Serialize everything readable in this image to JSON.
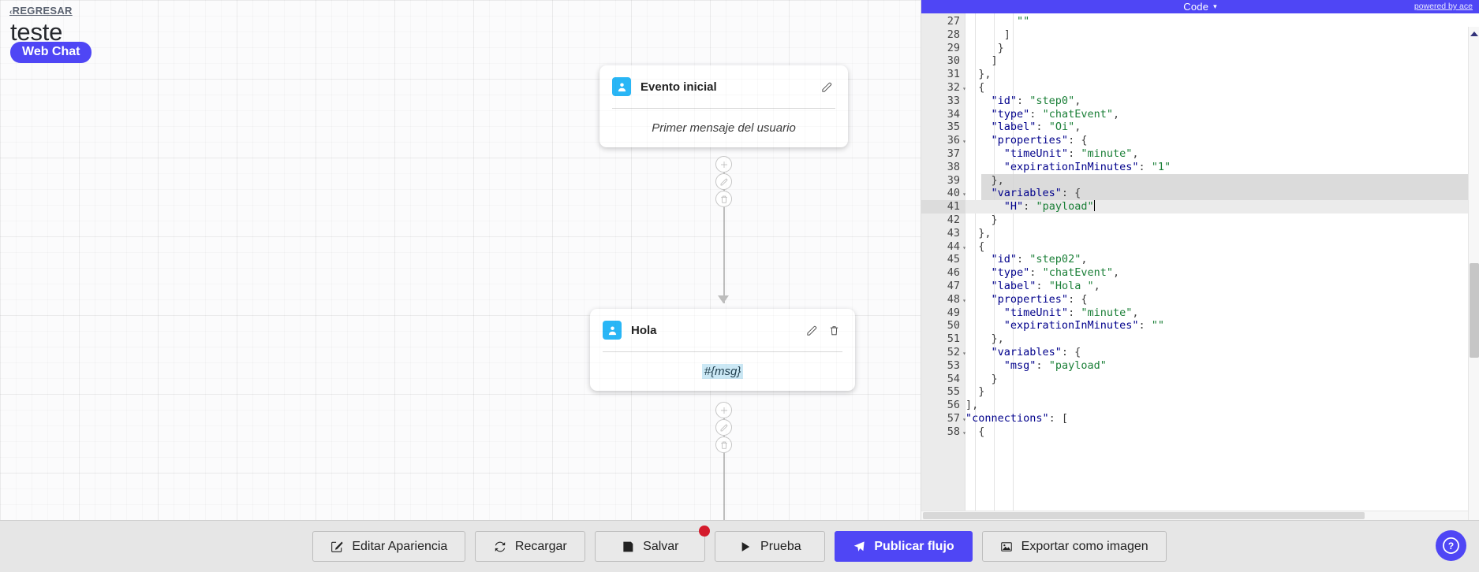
{
  "header": {
    "back_label": "REGRESAR",
    "back_chevron": "‹",
    "flow_title": "teste",
    "channel_badge": "Web Chat"
  },
  "colors": {
    "accent": "#4f46f5",
    "node_icon": "#29b6f6",
    "badge_red": "#d41b2c",
    "string_green": "#1a7f37",
    "key_blue": "#00008B"
  },
  "flow": {
    "nodes": [
      {
        "id": "node-start",
        "icon": "user-icon",
        "title": "Evento inicial",
        "body": "Primer mensaje del usuario",
        "body_kind": "placeholder",
        "actions": [
          "edit-icon"
        ]
      },
      {
        "id": "node-hola",
        "icon": "user-icon",
        "title": "Hola",
        "body": "#{msg}",
        "body_kind": "variable",
        "actions": [
          "edit-icon",
          "trash-icon"
        ]
      }
    ],
    "connector_buttons": [
      "plus-icon",
      "edit-icon",
      "trash-icon"
    ]
  },
  "code_panel": {
    "title": "Code",
    "caret": "▾",
    "powered_by": "powered by ace",
    "first_line_number": 27,
    "active_line": 41,
    "fold_widget_glyph": "❯",
    "lines": [
      {
        "n": 27,
        "fold": false,
        "text": "        \"\""
      },
      {
        "n": 28,
        "fold": false,
        "text": "      ]"
      },
      {
        "n": 29,
        "fold": false,
        "text": "     }"
      },
      {
        "n": 30,
        "fold": false,
        "text": "    ]"
      },
      {
        "n": 31,
        "fold": false,
        "text": "  },"
      },
      {
        "n": 32,
        "fold": true,
        "text": "  {"
      },
      {
        "n": 33,
        "fold": false,
        "text": "    \"id\": \"step0\","
      },
      {
        "n": 34,
        "fold": false,
        "text": "    \"type\": \"chatEvent\","
      },
      {
        "n": 35,
        "fold": false,
        "text": "    \"label\": \"Oi\","
      },
      {
        "n": 36,
        "fold": true,
        "text": "    \"properties\": {"
      },
      {
        "n": 37,
        "fold": false,
        "text": "      \"timeUnit\": \"minute\","
      },
      {
        "n": 38,
        "fold": false,
        "text": "      \"expirationInMinutes\": \"1\""
      },
      {
        "n": 39,
        "fold": false,
        "text": "    },"
      },
      {
        "n": 40,
        "fold": true,
        "text": "    \"variables\": {"
      },
      {
        "n": 41,
        "fold": false,
        "text": "      \"H\": \"payload\""
      },
      {
        "n": 42,
        "fold": false,
        "text": "    }"
      },
      {
        "n": 43,
        "fold": false,
        "text": "  },"
      },
      {
        "n": 44,
        "fold": true,
        "text": "  {"
      },
      {
        "n": 45,
        "fold": false,
        "text": "    \"id\": \"step02\","
      },
      {
        "n": 46,
        "fold": false,
        "text": "    \"type\": \"chatEvent\","
      },
      {
        "n": 47,
        "fold": false,
        "text": "    \"label\": \"Hola \","
      },
      {
        "n": 48,
        "fold": true,
        "text": "    \"properties\": {"
      },
      {
        "n": 49,
        "fold": false,
        "text": "      \"timeUnit\": \"minute\","
      },
      {
        "n": 50,
        "fold": false,
        "text": "      \"expirationInMinutes\": \"\""
      },
      {
        "n": 51,
        "fold": false,
        "text": "    },"
      },
      {
        "n": 52,
        "fold": true,
        "text": "    \"variables\": {"
      },
      {
        "n": 53,
        "fold": false,
        "text": "      \"msg\": \"payload\""
      },
      {
        "n": 54,
        "fold": false,
        "text": "    }"
      },
      {
        "n": 55,
        "fold": false,
        "text": "  }"
      },
      {
        "n": 56,
        "fold": false,
        "text": "],"
      },
      {
        "n": 57,
        "fold": true,
        "text": "\"connections\": ["
      },
      {
        "n": 58,
        "fold": true,
        "text": "  {"
      }
    ]
  },
  "toolbar": {
    "buttons": [
      {
        "id": "edit-appearance",
        "label": "Editar Apariencia",
        "icon": "pencil-square-icon",
        "primary": false,
        "badge": false
      },
      {
        "id": "reload",
        "label": "Recargar",
        "icon": "refresh-icon",
        "primary": false,
        "badge": false
      },
      {
        "id": "save",
        "label": "Salvar",
        "icon": "floppy-icon",
        "primary": false,
        "badge": true
      },
      {
        "id": "test",
        "label": "Prueba",
        "icon": "play-icon",
        "primary": false,
        "badge": false
      },
      {
        "id": "publish",
        "label": "Publicar flujo",
        "icon": "send-icon",
        "primary": true,
        "badge": false
      },
      {
        "id": "export-image",
        "label": "Exportar como imagen",
        "icon": "image-icon",
        "primary": false,
        "badge": false
      }
    ]
  },
  "help": {
    "label": "?",
    "icon": "question-circle-icon"
  }
}
